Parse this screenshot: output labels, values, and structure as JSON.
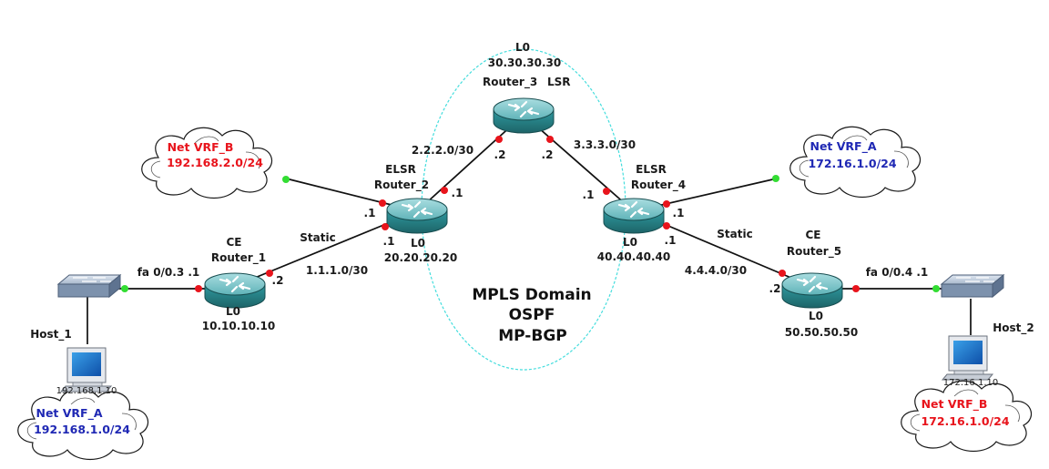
{
  "colors": {
    "link": "#111111",
    "port_red": "#e8141c",
    "port_green": "#33dd33",
    "domain_outline": "#44dddd",
    "vrf_a": "#1f28b4",
    "vrf_b": "#e8141c",
    "router_body": "#2d8f94",
    "switch_body": "#8a9eb8"
  },
  "domain": {
    "title": "MPLS Domain",
    "protocol_1": "OSPF",
    "protocol_2": "MP-BGP"
  },
  "routers": {
    "r1": {
      "role": "CE",
      "name": "Router_1",
      "loopback_label": "L0",
      "loopback_ip": "10.10.10.10"
    },
    "r2": {
      "role": "ELSR",
      "name": "Router_2",
      "loopback_label": "L0",
      "loopback_ip": "20.20.20.20"
    },
    "r3": {
      "role": "LSR",
      "name": "Router_3",
      "loopback_label": "L0",
      "loopback_ip": "30.30.30.30"
    },
    "r4": {
      "role": "ELSR",
      "name": "Router_4",
      "loopback_label": "L0",
      "loopback_ip": "40.40.40.40"
    },
    "r5": {
      "role": "CE",
      "name": "Router_5",
      "loopback_label": "L0",
      "loopback_ip": "50.50.50.50"
    }
  },
  "hosts": {
    "h1": {
      "name": "Host_1",
      "ip": "192.168.1.10"
    },
    "h2": {
      "name": "Host_2",
      "ip": "172.16.1.10"
    }
  },
  "clouds": {
    "c_r2": {
      "label": "Net VRF_B",
      "subnet": "192.168.2.0/24",
      "color_key": "vrf_b"
    },
    "c_r4": {
      "label": "Net VRF_A",
      "subnet": "172.16.1.0/24",
      "color_key": "vrf_a"
    },
    "c_h1": {
      "label": "Net VRF_A",
      "subnet": "192.168.1.0/24",
      "color_key": "vrf_a"
    },
    "c_h2": {
      "label": "Net VRF_B",
      "subnet": "172.16.1.0/24",
      "color_key": "vrf_b"
    }
  },
  "links": {
    "r1_r2": {
      "subnet": "1.1.1.0/30",
      "routing": "Static",
      "end_r1": ".2",
      "end_r2": ".1"
    },
    "r2_r3": {
      "subnet": "2.2.2.0/30",
      "end_r2": ".1",
      "end_r3": ".2"
    },
    "r3_r4": {
      "subnet": "3.3.3.0/30",
      "end_r3": ".2",
      "end_r4": ".1"
    },
    "r4_r5": {
      "subnet": "4.4.4.0/30",
      "routing": "Static",
      "end_r4": ".1",
      "end_r5": ".2"
    },
    "r2_cloud": {
      "end_r2": ".1"
    },
    "r4_cloud": {
      "end_r4": ".1"
    },
    "sw1_r1": {
      "interface": "fa 0/0.3 .1"
    },
    "r5_sw2": {
      "interface": "fa 0/0.4 .1"
    }
  }
}
